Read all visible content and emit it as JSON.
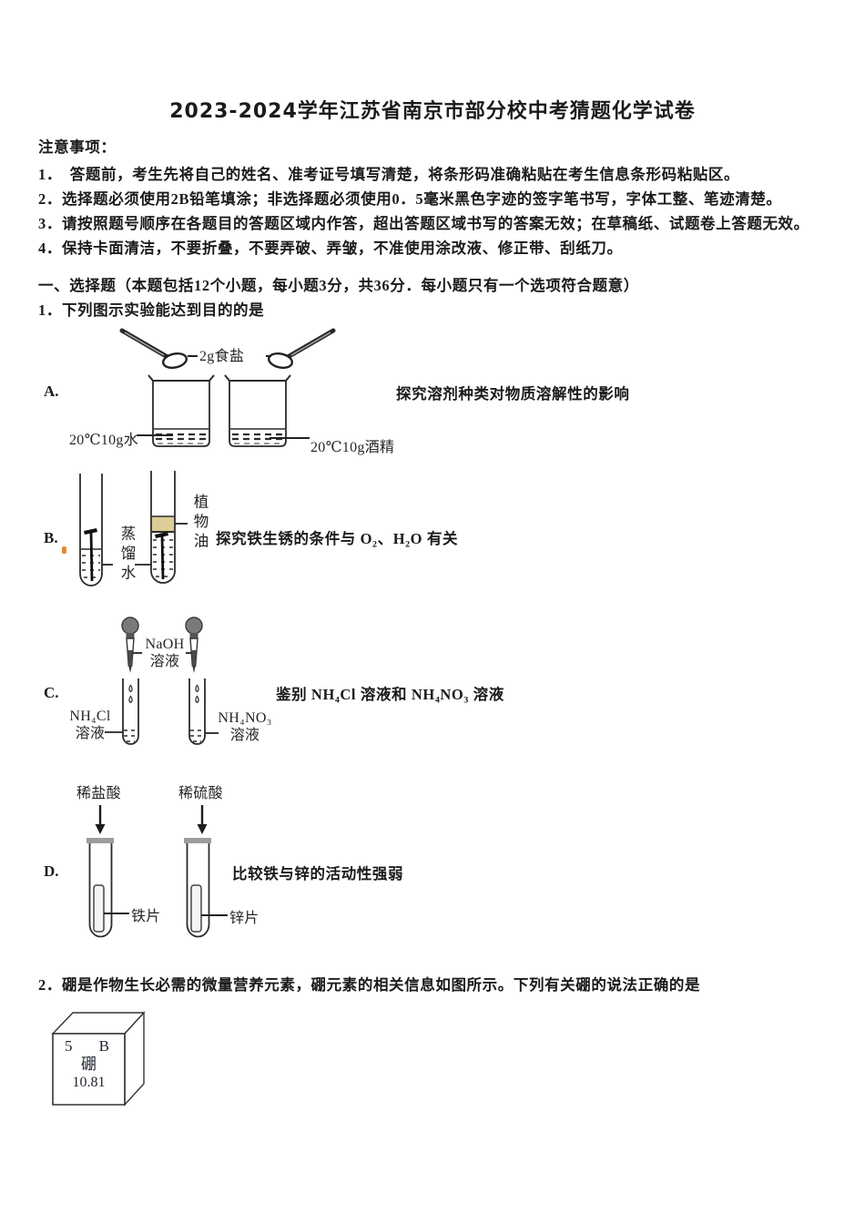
{
  "doc": {
    "title": "2023-2024学年江苏省南京市部分校中考猜题化学试卷",
    "notice": {
      "heading": "注意事项：",
      "items": [
        "1．　答题前，考生先将自己的姓名、准考证号填写清楚，将条形码准确粘贴在考生信息条形码粘贴区。",
        "2．选择题必须使用2B铅笔填涂；非选择题必须使用0．5毫米黑色字迹的签字笔书写，字体工整、笔迹清楚。",
        "3．请按照题号顺序在各题目的答题区域内作答，超出答题区域书写的答案无效；在草稿纸、试题卷上答题无效。",
        "4．保持卡面清洁，不要折叠，不要弄破、弄皱，不准使用涂改液、修正带、刮纸刀。"
      ]
    },
    "section1": "一、选择题（本题包括12个小题，每小题3分，共36分．每小题只有一个选项符合题意）",
    "q1": {
      "text": "1．下列图示实验能达到目的的是",
      "options": [
        {
          "letter": "A.",
          "desc": "探究溶剂种类对物质溶解性的影响",
          "labels": {
            "salt": "2g食盐",
            "water": "20℃10g水",
            "alcohol": "20℃10g酒精"
          }
        },
        {
          "letter": "B.",
          "desc": "探究铁生锈的条件与 O₂、H₂O 有关",
          "labels": {
            "distilled_water": "蒸馏水",
            "vegetable_oil": "植物油"
          }
        },
        {
          "letter": "C.",
          "desc": "鉴别 NH₄Cl 溶液和 NH₄NO₃ 溶液",
          "labels": {
            "dropper_reagent": "NaOH",
            "dropper_reagent_2": "溶液",
            "left_solution": "NH₄Cl",
            "left_solution_2": "溶液",
            "right_solution": "NH₄NO₃",
            "right_solution_2": "溶液"
          }
        },
        {
          "letter": "D.",
          "desc": "比较铁与锌的活动性强弱",
          "labels": {
            "left_acid": "稀盐酸",
            "right_acid": "稀硫酸",
            "left_metal": "铁片",
            "right_metal": "锌片"
          }
        }
      ]
    },
    "q2": {
      "text": "2．硼是作物生长必需的微量营养元素，硼元素的相关信息如图所示。下列有关硼的说法正确的是",
      "element": {
        "number": "5",
        "symbol": "B",
        "name": "硼",
        "mass": "10.81"
      }
    },
    "colors": {
      "oil_band": "#dccc96",
      "tube_rim": "#9c9c9c",
      "artifact_orange": "#e08b2d",
      "ink": "#1b1b1b"
    }
  }
}
